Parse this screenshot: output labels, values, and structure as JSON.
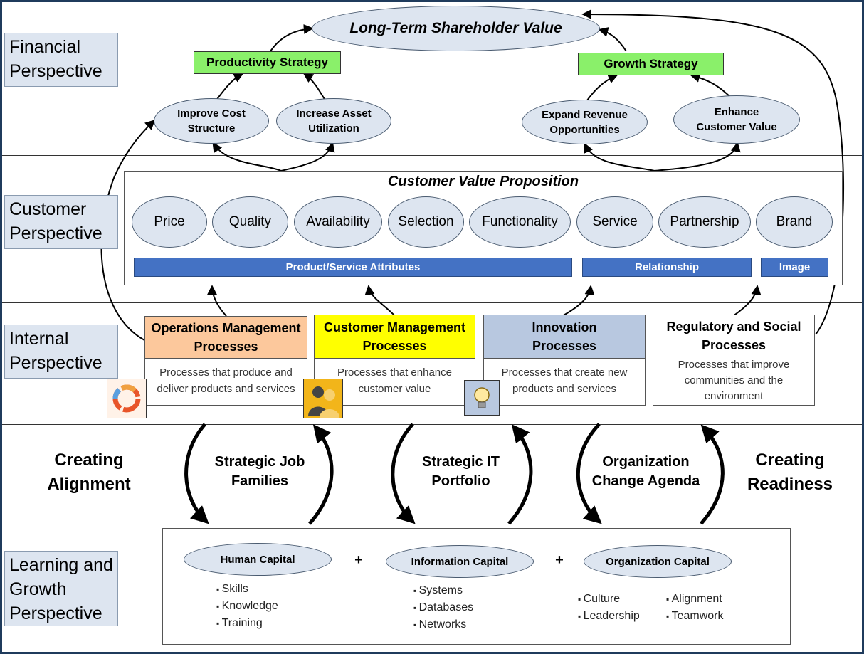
{
  "perspectives": {
    "financial": "Financial\nPerspective",
    "customer": "Customer\nPerspective",
    "internal": "Internal\nPerspective",
    "learning": "Learning and\nGrowth\nPerspective"
  },
  "financial": {
    "top_goal": "Long-Term Shareholder Value",
    "productivity_strategy": "Productivity Strategy",
    "growth_strategy": "Growth Strategy",
    "improve_cost": "Improve Cost\nStructure",
    "increase_asset": "Increase Asset\nUtilization",
    "expand_revenue": "Expand Revenue\nOpportunities",
    "enhance_customer": "Enhance\nCustomer Value"
  },
  "customer": {
    "title": "Customer Value Proposition",
    "attributes": [
      "Price",
      "Quality",
      "Availability",
      "Selection",
      "Functionality",
      "Service",
      "Partnership",
      "Brand"
    ],
    "bar_product": "Product/Service Attributes",
    "bar_relationship": "Relationship",
    "bar_image": "Image"
  },
  "internal": {
    "processes": [
      {
        "title": "Operations Management\nProcesses",
        "desc": "Processes that produce and\ndeliver products and services",
        "color": "#fcc89c"
      },
      {
        "title": "Customer Management\nProcesses",
        "desc": "Processes that enhance\ncustomer value",
        "color": "#ffff00"
      },
      {
        "title": "Innovation\nProcesses",
        "desc": "Processes that create new\nproducts and services",
        "color": "#b8c8e0"
      },
      {
        "title": "Regulatory and Social\nProcesses",
        "desc": "Processes that improve\ncommunities and the\nenvironment",
        "color": "#ffffff"
      }
    ]
  },
  "alignment": {
    "creating_alignment": "Creating\nAlignment",
    "creating_readiness": "Creating\nReadiness",
    "job_families": "Strategic Job\nFamilies",
    "it_portfolio": "Strategic IT\nPortfolio",
    "change_agenda": "Organization\nChange Agenda"
  },
  "learning": {
    "human_capital": "Human Capital",
    "information_capital": "Information Capital",
    "organization_capital": "Organization Capital",
    "plus": "+",
    "human_items": [
      "Skills",
      "Knowledge",
      "Training"
    ],
    "info_items": [
      "Systems",
      "Databases",
      "Networks"
    ],
    "org_items_left": [
      "Culture",
      "Leadership"
    ],
    "org_items_right": [
      "Alignment",
      "Teamwork"
    ]
  }
}
